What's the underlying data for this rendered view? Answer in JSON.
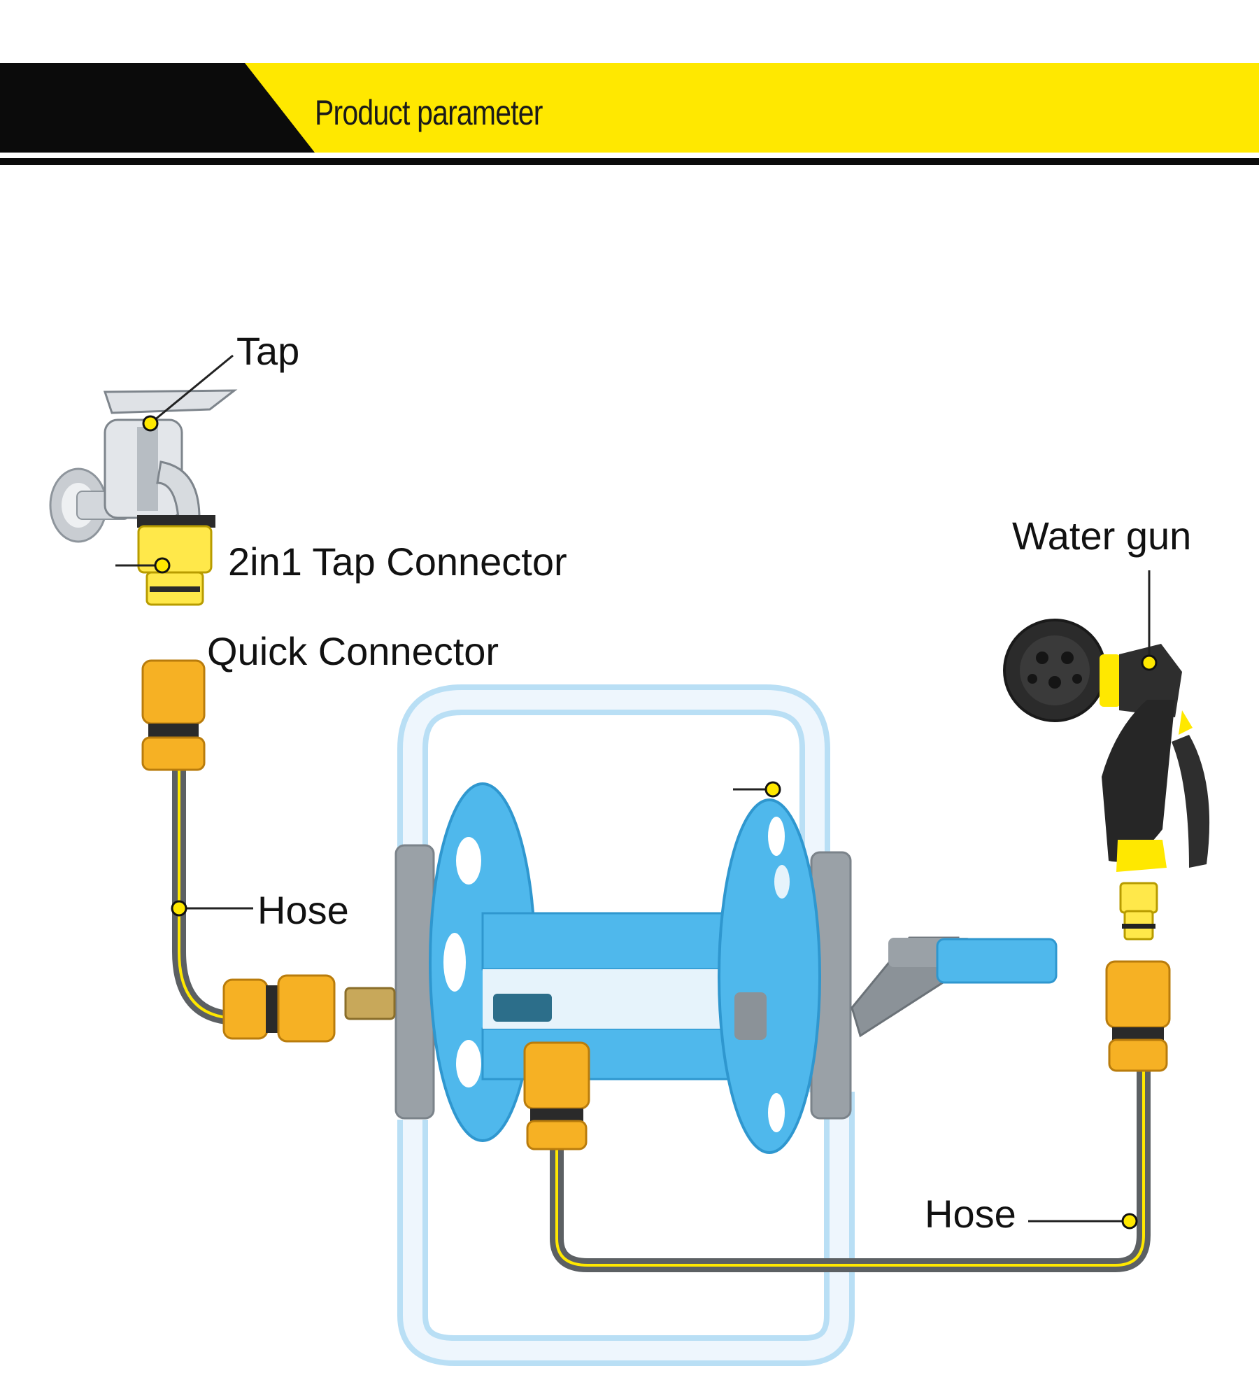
{
  "header": {
    "title": "Product parameter"
  },
  "labels": {
    "tap": "Tap",
    "tap_connector": "2in1 Tap Connector",
    "quick_connector": "Quick Connector",
    "hose_left": "Hose",
    "water_gun": "Water gun",
    "hose_right": "Hose"
  },
  "colors": {
    "accent_yellow": "#ffe800",
    "black": "#0b0b0b",
    "reel_blue": "#4fb8ec",
    "frame_white": "#eef6fd",
    "frame_edge": "#b9dff5",
    "connector_orange": "#f6b124",
    "hose_grey": "#5c6063",
    "holder_grey": "#9aa1a7"
  }
}
